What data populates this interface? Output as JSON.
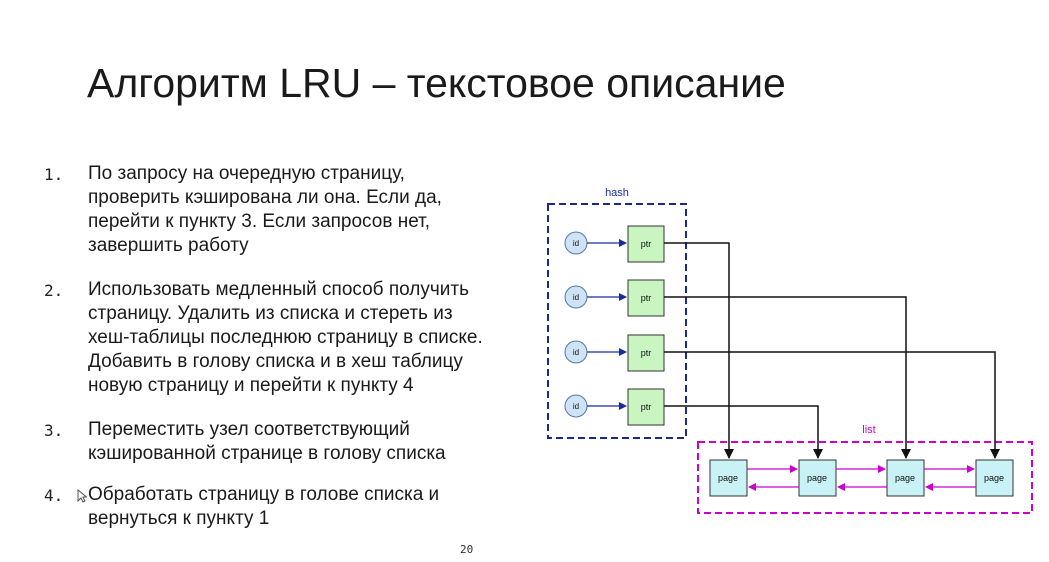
{
  "slide": {
    "title": "Алгоритм LRU – текстовое описание",
    "page_number": "20"
  },
  "steps": [
    {
      "number": "1.",
      "lines": [
        "По запросу на очередную страницу,",
        "проверить кэширована ли она. Если да,",
        "перейти к пункту 3. Если запросов нет,",
        "завершить работу"
      ]
    },
    {
      "number": "2.",
      "lines": [
        "Использовать медленный способ получить",
        "страницу. Удалить из списка и стереть из",
        "хеш-таблицы последнюю страницу в списке.",
        "Добавить в голову списка и в хеш таблицу",
        "новую страницу и перейти к пункту 4"
      ]
    },
    {
      "number": "3.",
      "lines": [
        "Переместить узел соответствующий",
        "кэшированной странице в голову списка"
      ]
    },
    {
      "number": "4.",
      "lines": [
        "Обработать страницу в голове списка и",
        "вернуться к пункту 1"
      ]
    }
  ],
  "diagram": {
    "hash_label": "hash",
    "list_label": "list",
    "hash_rows": [
      {
        "id": "id",
        "ptr": "ptr"
      },
      {
        "id": "id",
        "ptr": "ptr"
      },
      {
        "id": "id",
        "ptr": "ptr"
      },
      {
        "id": "id",
        "ptr": "ptr"
      }
    ],
    "pages": [
      "page",
      "page",
      "page",
      "page"
    ],
    "colors": {
      "hash_border": "#1a2a8a",
      "list_border": "#cc00cc",
      "id_circle_fill": "#cfe3f7",
      "ptr_fill": "#c8f5c0",
      "page_fill": "#c8f2f5",
      "arrow_blue": "#1a2aa0",
      "arrow_magenta": "#cc00cc",
      "connector": "#111111"
    }
  }
}
